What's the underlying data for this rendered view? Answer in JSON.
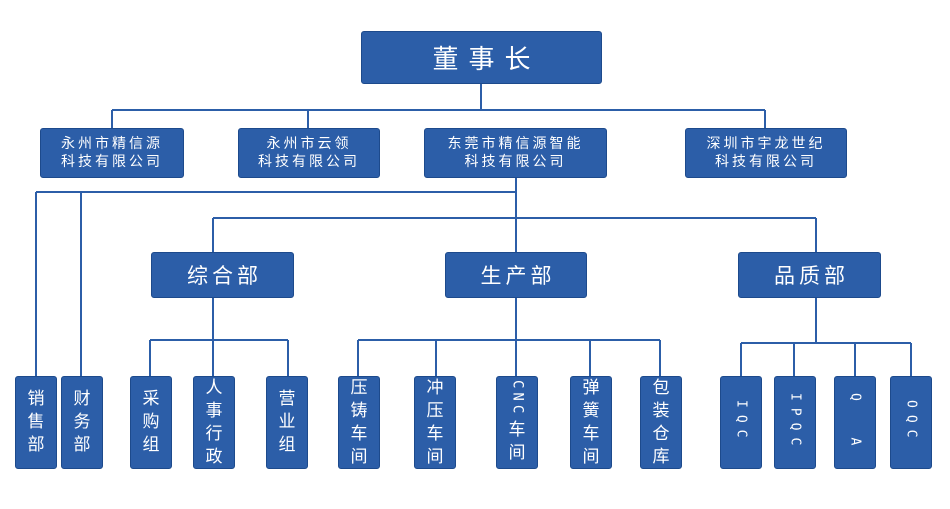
{
  "chairman": "董事长",
  "companies": [
    {
      "line1": "永州市精信源",
      "line2": "科技有限公司"
    },
    {
      "line1": "永州市云领",
      "line2": "科技有限公司"
    },
    {
      "line1": "东莞市精信源智能",
      "line2": "科技有限公司"
    },
    {
      "line1": "深圳市宇龙世纪",
      "line2": "科技有限公司"
    }
  ],
  "departments": {
    "general": "综合部",
    "production": "生产部",
    "quality": "品质部"
  },
  "standalone_units": [
    {
      "chars": [
        "销",
        "售",
        "部"
      ]
    },
    {
      "chars": [
        "财",
        "务",
        "部"
      ]
    }
  ],
  "general_units": [
    {
      "chars": [
        "采",
        "购",
        "组"
      ]
    },
    {
      "chars": [
        "人",
        "事",
        "行",
        "政"
      ]
    },
    {
      "chars": [
        "营",
        "业",
        "组"
      ]
    }
  ],
  "production_units": [
    {
      "chars": [
        "压",
        "铸",
        "车",
        "间"
      ]
    },
    {
      "chars": [
        "冲",
        "压",
        "车",
        "间"
      ]
    },
    {
      "chars": [
        "CNC",
        "车",
        "间"
      ]
    },
    {
      "chars": [
        "弹",
        "簧",
        "车",
        "间"
      ]
    },
    {
      "chars": [
        "包",
        "装",
        "仓",
        "库"
      ]
    }
  ],
  "quality_units": [
    "IQC",
    "IPQC",
    "Q  A",
    "OQC"
  ],
  "colors": {
    "box_fill": "#2c5ea8",
    "box_border": "#1d4a8c",
    "connector": "#2c5ea8",
    "text": "#ffffff"
  }
}
